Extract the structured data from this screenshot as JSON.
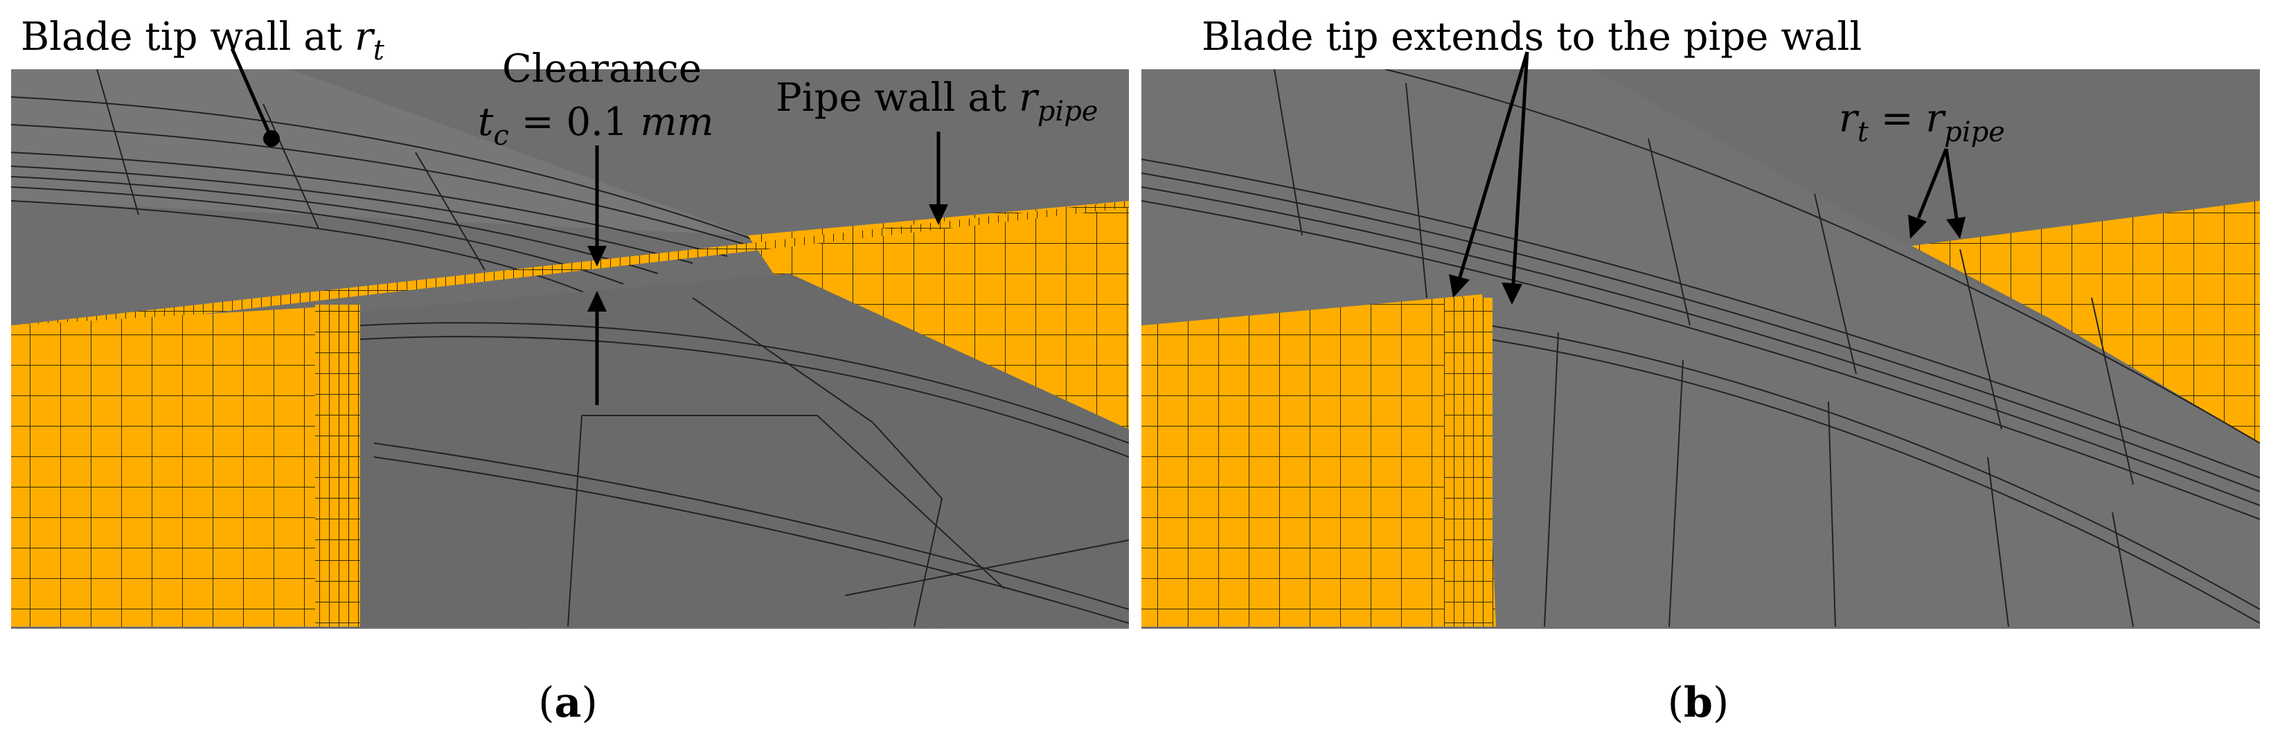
{
  "panels": [
    {
      "id": "a",
      "caption": {
        "open": "(",
        "letter": "a",
        "close": ")"
      },
      "labels": {
        "blade_tip": {
          "text": "Blade tip wall at ",
          "var": "r",
          "sub": "t"
        },
        "clearance_title": "Clearance",
        "clearance_eq": {
          "var": "t",
          "sub": "c",
          "rest": " = 0.1 ",
          "unit": "mm"
        },
        "pipe_wall": {
          "text": "Pipe wall at ",
          "var": "r",
          "sub": "pipe"
        }
      }
    },
    {
      "id": "b",
      "caption": {
        "open": "(",
        "letter": "b",
        "close": ")"
      },
      "labels": {
        "blade_extends": "Blade tip extends to the pipe wall",
        "rt_eq": {
          "lhs_var": "r",
          "lhs_sub": "t",
          "eq": " = ",
          "rhs_var": "r",
          "rhs_sub": "pipe"
        }
      }
    }
  ],
  "colors": {
    "pipe_mesh": "#ffae00",
    "blade_mesh": "#6e6e6e",
    "blade_mesh_dark": "#5c5c5c",
    "mesh_line": "#1a1a1a"
  }
}
